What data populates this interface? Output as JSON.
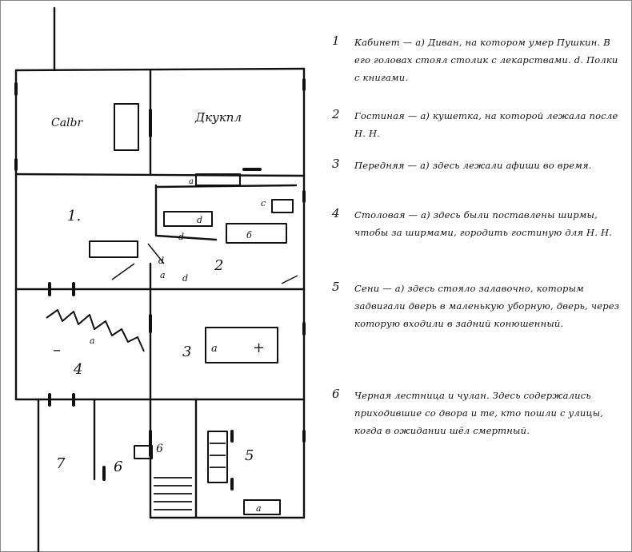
{
  "plan": {
    "room_labels": {
      "sitting": "Сalbr",
      "study": "Дкукпл",
      "r1": "1.",
      "r2": "2",
      "r3": "3",
      "r4": "4",
      "r5": "5",
      "r6": "6",
      "r6b": "6",
      "r7": "7"
    },
    "furniture_labels": {
      "a_room4": "a",
      "a_room3": "a",
      "plus_room3": "+",
      "minus_room4": "–",
      "a_room5": "a",
      "b_room2": "б",
      "c_room2": "c",
      "d_room2a": "d",
      "d_room2b": "d",
      "d_room2c": "d",
      "d_room2d": "d",
      "a_room2": "a",
      "a_top": "a"
    }
  },
  "notes": [
    {
      "num": "1",
      "text": "Кабинет — а) Диван, на котором умер Пушкин. В его головах стоял столик с лекарствами. d. Полки с книгами."
    },
    {
      "num": "2",
      "text": "Гостиная — а) кушетка, на которой лежала после Н. Н."
    },
    {
      "num": "3",
      "text": "Передняя — а) здесь лежали афиши во время."
    },
    {
      "num": "4",
      "text": "Столовая — а) здесь были поставлены ширмы, чтобы за ширмами, городить гостиную для Н. Н."
    },
    {
      "num": "5",
      "text": "Сени — а) здесь стояло залавочно, которым задвигали дверь в маленькую уборную, дверь, через которую входили в задний конюшенный."
    },
    {
      "num": "6",
      "text": "Черная лестница и чулан. Здесь содержались приходившие со двора и те, кто пошли с улицы, когда в ожидании шёл смертный."
    }
  ]
}
